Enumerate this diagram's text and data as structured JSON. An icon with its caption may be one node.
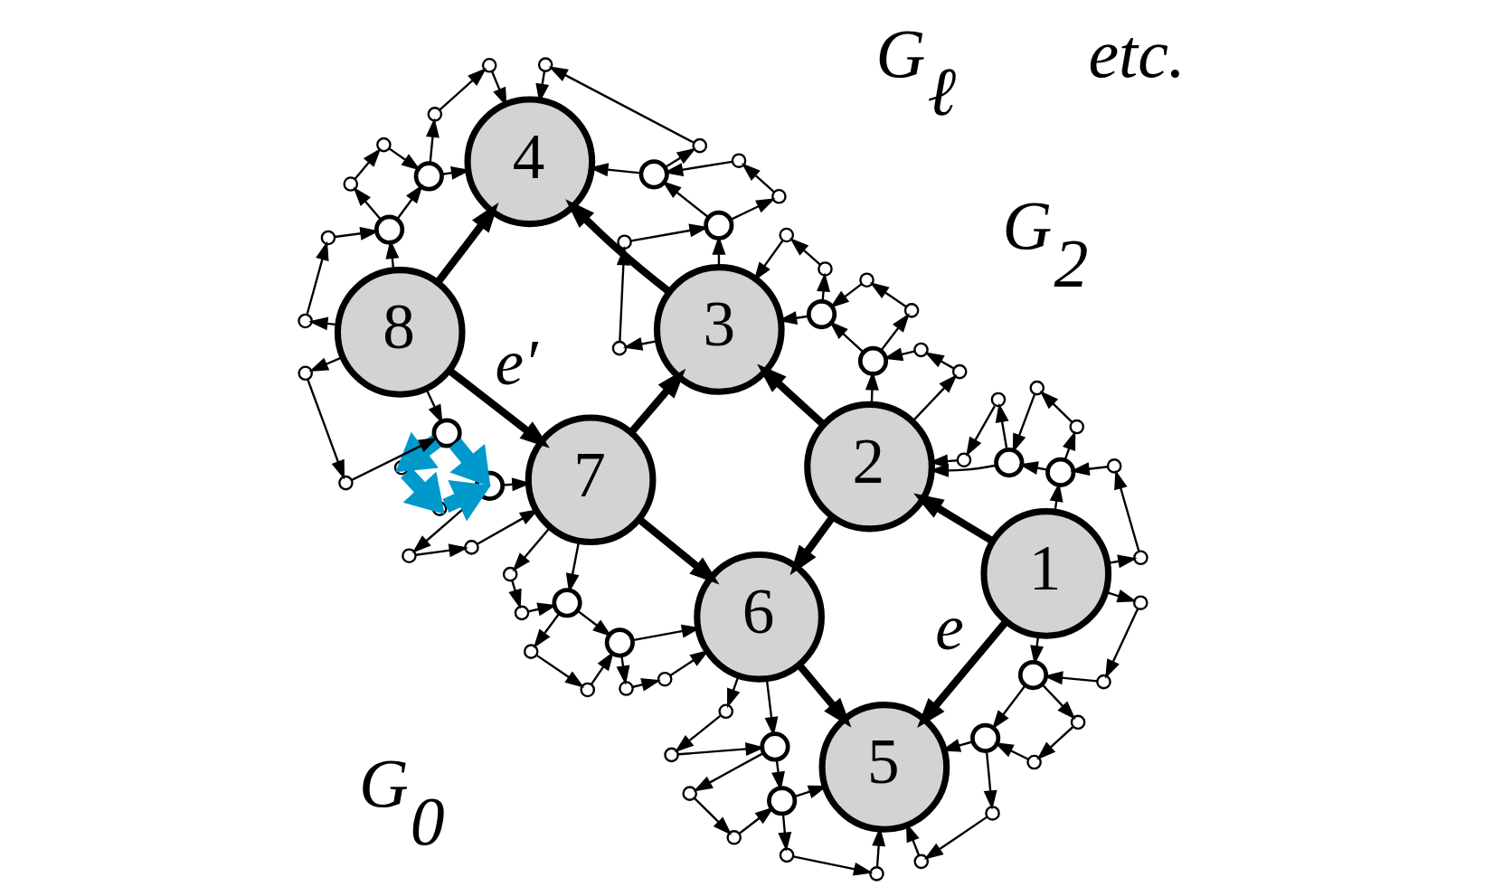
{
  "diagram": {
    "nodes": [
      {
        "text": [
          "1"
        ]
      },
      {
        "text": [
          "2"
        ]
      },
      {
        "text": [
          "3"
        ]
      },
      {
        "text": [
          "4"
        ]
      },
      {
        "text": [
          "5"
        ]
      },
      {
        "text": [
          "6"
        ]
      },
      {
        "text": [
          "7"
        ]
      },
      {
        "text": [
          "8"
        ]
      },
      {
        "text": [],
        "shape": "circle"
      },
      {
        "text": [],
        "shape": "circle"
      },
      {
        "text": [],
        "shape": "circle"
      },
      {
        "text": [],
        "shape": "circle"
      },
      {
        "text": [],
        "shape": "circle"
      },
      {
        "text": [],
        "shape": "circle"
      },
      {
        "text": [],
        "shape": "circle"
      },
      {
        "text": [],
        "shape": "circle"
      },
      {
        "text": [],
        "shape": "circle"
      },
      {
        "text": [],
        "shape": "circle"
      },
      {
        "text": [],
        "shape": "circle"
      },
      {
        "text": [],
        "shape": "circle"
      },
      {
        "text": [],
        "shape": "circle"
      },
      {
        "text": [],
        "shape": "circle"
      },
      {
        "text": [],
        "shape": "circle"
      },
      {
        "text": [],
        "shape": "circle"
      },
      {
        "text": [],
        "shape": "circle"
      },
      {
        "text": [],
        "shape": "circle"
      },
      {
        "text": [],
        "shape": "circle"
      },
      {
        "text": [],
        "shape": "circle"
      },
      {
        "text": [],
        "shape": "circle"
      },
      {
        "text": [],
        "shape": "circle"
      },
      {
        "text": [],
        "shape": "circle"
      },
      {
        "text": [],
        "shape": "circle"
      },
      {
        "text": [],
        "shape": "circle"
      },
      {
        "text": [],
        "shape": "circle"
      },
      {
        "text": [],
        "shape": "circle"
      },
      {
        "text": [],
        "shape": "circle"
      },
      {
        "text": [],
        "shape": "circle"
      },
      {
        "text": [],
        "shape": "circle"
      },
      {
        "text": [],
        "shape": "circle"
      },
      {
        "text": [],
        "shape": "circle"
      },
      {
        "text": [],
        "shape": "circle"
      },
      {
        "text": [],
        "shape": "circle"
      },
      {
        "text": [],
        "shape": "circle"
      },
      {
        "text": [],
        "shape": "circle"
      },
      {
        "text": [],
        "shape": "circle"
      },
      {
        "text": [],
        "shape": "circle"
      },
      {
        "text": [],
        "shape": "circle"
      },
      {
        "text": [],
        "shape": "circle"
      },
      {
        "text": [],
        "shape": "circle"
      },
      {
        "text": [],
        "shape": "circle"
      },
      {
        "text": [],
        "shape": "circle"
      },
      {
        "text": [],
        "shape": "circle"
      },
      {
        "text": [],
        "shape": "circle"
      },
      {
        "text": [],
        "shape": "circle"
      },
      {
        "text": [],
        "shape": "circle"
      },
      {
        "text": [],
        "shape": "circle"
      },
      {
        "text": [],
        "shape": "circle"
      },
      {
        "text": [],
        "shape": "circle"
      },
      {
        "text": [],
        "shape": "circle"
      },
      {
        "text": [],
        "shape": "circle"
      },
      {
        "text": [],
        "shape": "circle"
      },
      {
        "text": [],
        "shape": "circle"
      },
      {
        "text": [],
        "shape": "circle"
      },
      {
        "text": [],
        "shape": "circle"
      },
      {
        "text": [],
        "shape": "circle"
      },
      {
        "text": [],
        "shape": "circle"
      },
      {
        "text": [],
        "shape": "circle"
      },
      {
        "text": [],
        "shape": "circle"
      },
      {
        "text": [],
        "shape": "circle"
      },
      {
        "text": [],
        "shape": "circle"
      },
      {
        "text": [],
        "shape": "circle"
      },
      {
        "text": [],
        "shape": "circle"
      }
    ],
    "edges": [
      {
        "from": 0,
        "to": 1,
        "arrow": "to",
        "style": "thick"
      },
      {
        "from": 1,
        "to": 2,
        "arrow": "to",
        "style": "thick"
      },
      {
        "from": 2,
        "to": 3,
        "arrow": "to",
        "style": "thick"
      },
      {
        "from": 0,
        "to": 4,
        "arrow": "to",
        "style": "thick",
        "label": "e"
      },
      {
        "from": 1,
        "to": 5,
        "arrow": "to",
        "style": "thick"
      },
      {
        "from": 5,
        "to": 4,
        "arrow": "to",
        "style": "thick"
      },
      {
        "from": 6,
        "to": 5,
        "arrow": "to",
        "style": "thick"
      },
      {
        "from": 7,
        "to": 6,
        "arrow": "to",
        "style": "thick",
        "label": "e′"
      },
      {
        "from": 6,
        "to": 2,
        "arrow": "to",
        "style": "thick"
      },
      {
        "from": 7,
        "to": 3,
        "arrow": "to",
        "style": "thick"
      },
      {
        "from": 0,
        "to": 8,
        "arrow": "to"
      },
      {
        "from": 0,
        "to": 10,
        "arrow": "to"
      },
      {
        "from": 10,
        "to": 11,
        "arrow": "to"
      },
      {
        "from": 11,
        "to": 8,
        "arrow": "to"
      },
      {
        "from": 8,
        "to": 9,
        "arrow": "to"
      },
      {
        "from": 8,
        "to": 12,
        "arrow": "to"
      },
      {
        "from": 12,
        "to": 13,
        "arrow": "to"
      },
      {
        "from": 13,
        "to": 9,
        "arrow": "to"
      },
      {
        "from": 9,
        "to": 4,
        "arrow": "to"
      },
      {
        "from": 9,
        "to": 14,
        "arrow": "to"
      },
      {
        "from": 14,
        "to": 15,
        "arrow": "to"
      },
      {
        "from": 15,
        "to": 4,
        "arrow": "to"
      },
      {
        "from": 5,
        "to": 16,
        "arrow": "to"
      },
      {
        "from": 5,
        "to": 18,
        "arrow": "to"
      },
      {
        "from": 18,
        "to": 19,
        "arrow": "to"
      },
      {
        "from": 19,
        "to": 16,
        "arrow": "to"
      },
      {
        "from": 16,
        "to": 17,
        "arrow": "to"
      },
      {
        "from": 16,
        "to": 20,
        "arrow": "to"
      },
      {
        "from": 20,
        "to": 21,
        "arrow": "to"
      },
      {
        "from": 21,
        "to": 17,
        "arrow": "to"
      },
      {
        "from": 17,
        "to": 4,
        "arrow": "to"
      },
      {
        "from": 17,
        "to": 22,
        "arrow": "to"
      },
      {
        "from": 22,
        "to": 23,
        "arrow": "to"
      },
      {
        "from": 23,
        "to": 4,
        "arrow": "to"
      },
      {
        "from": 6,
        "to": 24,
        "arrow": "to"
      },
      {
        "from": 6,
        "to": 26,
        "arrow": "to"
      },
      {
        "from": 26,
        "to": 27,
        "arrow": "to"
      },
      {
        "from": 27,
        "to": 24,
        "arrow": "to"
      },
      {
        "from": 24,
        "to": 25,
        "arrow": "to"
      },
      {
        "from": 24,
        "to": 28,
        "arrow": "to"
      },
      {
        "from": 28,
        "to": 29,
        "arrow": "to"
      },
      {
        "from": 29,
        "to": 25,
        "arrow": "to"
      },
      {
        "from": 25,
        "to": 5,
        "arrow": "to"
      },
      {
        "from": 25,
        "to": 30,
        "arrow": "to"
      },
      {
        "from": 30,
        "to": 31,
        "arrow": "to"
      },
      {
        "from": 31,
        "to": 5,
        "arrow": "to"
      },
      {
        "from": 7,
        "to": 32,
        "arrow": "to"
      },
      {
        "from": 7,
        "to": 34,
        "arrow": "to"
      },
      {
        "from": 34,
        "to": 35,
        "arrow": "to"
      },
      {
        "from": 35,
        "to": 32,
        "arrow": "to"
      },
      {
        "from": 32,
        "to": 33,
        "arrow": "to",
        "style": "thick",
        "color": "#0099cc"
      },
      {
        "from": 32,
        "to": 36,
        "arrow": "to",
        "style": "thick",
        "color": "#0099cc"
      },
      {
        "from": 36,
        "to": 37,
        "arrow": "to",
        "style": "thick",
        "color": "#0099cc"
      },
      {
        "from": 37,
        "to": 33,
        "arrow": "to",
        "style": "thick",
        "color": "#0099cc"
      },
      {
        "from": 33,
        "to": 6,
        "arrow": "to"
      },
      {
        "from": 33,
        "to": 38,
        "arrow": "to"
      },
      {
        "from": 38,
        "to": 39,
        "arrow": "to"
      },
      {
        "from": 39,
        "to": 6,
        "arrow": "to"
      },
      {
        "from": 7,
        "to": 40,
        "arrow": "to"
      },
      {
        "from": 7,
        "to": 42,
        "arrow": "to"
      },
      {
        "from": 42,
        "to": 43,
        "arrow": "to"
      },
      {
        "from": 43,
        "to": 40,
        "arrow": "to"
      },
      {
        "from": 40,
        "to": 41,
        "arrow": "to"
      },
      {
        "from": 40,
        "to": 44,
        "arrow": "to"
      },
      {
        "from": 44,
        "to": 45,
        "arrow": "to"
      },
      {
        "from": 45,
        "to": 41,
        "arrow": "to"
      },
      {
        "from": 41,
        "to": 3,
        "arrow": "to"
      },
      {
        "from": 41,
        "to": 46,
        "arrow": "to"
      },
      {
        "from": 46,
        "to": 47,
        "arrow": "to"
      },
      {
        "from": 47,
        "to": 3,
        "arrow": "to"
      },
      {
        "from": 0,
        "to": 48,
        "arrow": "to"
      },
      {
        "from": 0,
        "to": 50,
        "arrow": "to"
      },
      {
        "from": 50,
        "to": 51,
        "arrow": "to"
      },
      {
        "from": 51,
        "to": 48,
        "arrow": "to"
      },
      {
        "from": 48,
        "to": 49,
        "arrow": "to"
      },
      {
        "from": 48,
        "to": 52,
        "arrow": "to"
      },
      {
        "from": 52,
        "to": 53,
        "arrow": "to"
      },
      {
        "from": 53,
        "to": 49,
        "arrow": "to"
      },
      {
        "from": 49,
        "to": 1,
        "arrow": "to"
      },
      {
        "from": 49,
        "to": 54,
        "arrow": "to"
      },
      {
        "from": 54,
        "to": 55,
        "arrow": "to"
      },
      {
        "from": 55,
        "to": 1,
        "arrow": "to"
      },
      {
        "from": 1,
        "to": 56,
        "arrow": "to"
      },
      {
        "from": 1,
        "to": 58,
        "arrow": "to"
      },
      {
        "from": 58,
        "to": 59,
        "arrow": "to"
      },
      {
        "from": 59,
        "to": 56,
        "arrow": "to"
      },
      {
        "from": 56,
        "to": 57,
        "arrow": "to"
      },
      {
        "from": 56,
        "to": 60,
        "arrow": "to"
      },
      {
        "from": 60,
        "to": 61,
        "arrow": "to"
      },
      {
        "from": 61,
        "to": 57,
        "arrow": "to"
      },
      {
        "from": 57,
        "to": 2,
        "arrow": "to"
      },
      {
        "from": 57,
        "to": 62,
        "arrow": "to"
      },
      {
        "from": 62,
        "to": 63,
        "arrow": "to"
      },
      {
        "from": 63,
        "to": 2,
        "arrow": "to"
      },
      {
        "from": 2,
        "to": 64,
        "arrow": "to"
      },
      {
        "from": 2,
        "to": 66,
        "arrow": "to"
      },
      {
        "from": 66,
        "to": 67,
        "arrow": "to"
      },
      {
        "from": 67,
        "to": 64,
        "arrow": "to"
      },
      {
        "from": 64,
        "to": 65,
        "arrow": "to"
      },
      {
        "from": 64,
        "to": 68,
        "arrow": "to"
      },
      {
        "from": 68,
        "to": 69,
        "arrow": "to"
      },
      {
        "from": 69,
        "to": 65,
        "arrow": "to"
      },
      {
        "from": 65,
        "to": 3,
        "arrow": "to"
      },
      {
        "from": 65,
        "to": 70,
        "arrow": "to"
      },
      {
        "from": 70,
        "to": 71,
        "arrow": "to"
      },
      {
        "from": 71,
        "to": 3,
        "arrow": "to"
      }
    ],
    "labels": [
      "G$_{2}$",
      "etc.",
      "G$_{ℓ}$",
      "G$_{0}$"
    ]
  }
}
